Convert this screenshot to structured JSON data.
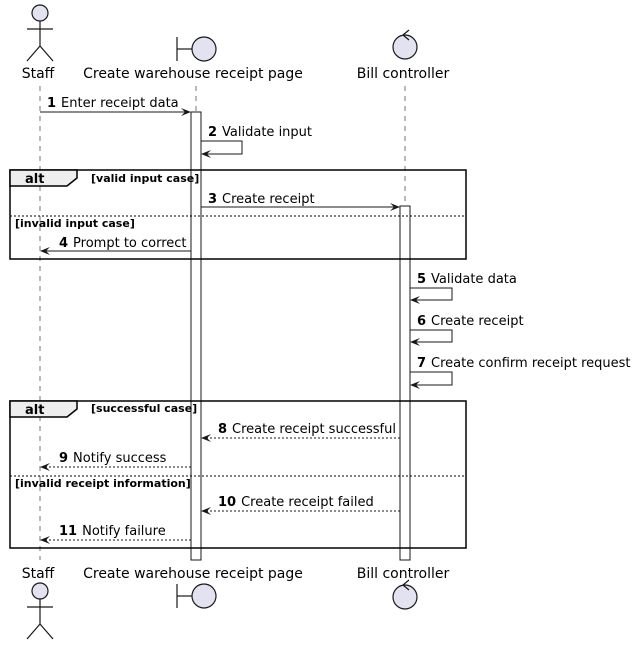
{
  "participants": {
    "staff": "Staff",
    "page": "Create warehouse receipt page",
    "controller": "Bill controller"
  },
  "frames": {
    "alt1": {
      "keyword": "alt",
      "guard1": "[valid input case]",
      "guard2": "[invalid input case]"
    },
    "alt2": {
      "keyword": "alt",
      "guard1": "[successful case]",
      "guard2": "[invalid receipt information]"
    }
  },
  "messages": [
    {
      "n": "1",
      "text": "Enter receipt data",
      "from": "staff",
      "to": "page",
      "style": "solid"
    },
    {
      "n": "2",
      "text": "Validate input",
      "from": "page",
      "to": "page",
      "style": "solid"
    },
    {
      "n": "3",
      "text": "Create receipt",
      "from": "page",
      "to": "controller",
      "style": "solid"
    },
    {
      "n": "4",
      "text": "Prompt to correct",
      "from": "page",
      "to": "staff",
      "style": "solid"
    },
    {
      "n": "5",
      "text": "Validate data",
      "from": "controller",
      "to": "controller",
      "style": "solid"
    },
    {
      "n": "6",
      "text": "Create receipt",
      "from": "controller",
      "to": "controller",
      "style": "solid"
    },
    {
      "n": "7",
      "text": "Create confirm receipt request",
      "from": "controller",
      "to": "controller",
      "style": "solid"
    },
    {
      "n": "8",
      "text": "Create receipt successful",
      "from": "controller",
      "to": "page",
      "style": "dashed"
    },
    {
      "n": "9",
      "text": "Notify success",
      "from": "page",
      "to": "staff",
      "style": "dashed"
    },
    {
      "n": "10",
      "text": "Create receipt failed",
      "from": "controller",
      "to": "page",
      "style": "dashed"
    },
    {
      "n": "11",
      "text": "Notify failure",
      "from": "page",
      "to": "staff",
      "style": "dashed"
    }
  ]
}
